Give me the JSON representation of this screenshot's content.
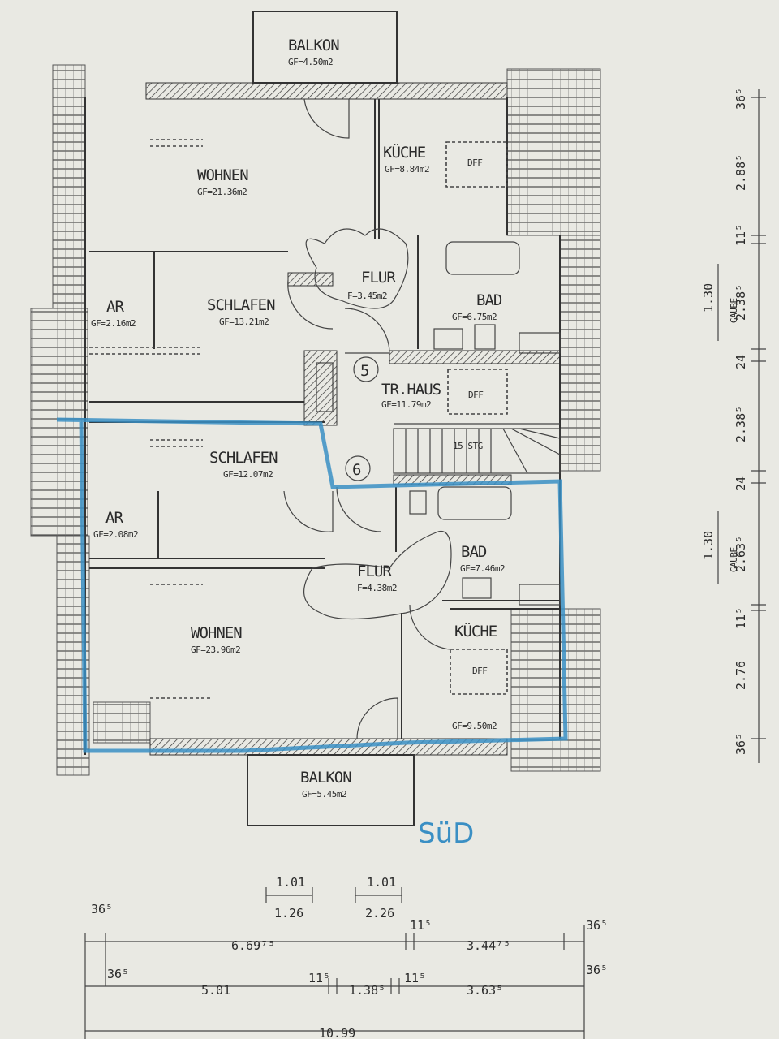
{
  "rooms": {
    "balkon_top": {
      "name": "BALKON",
      "area": "GF=4.50m2"
    },
    "wohnen_top": {
      "name": "WOHNEN",
      "area": "GF=21.36m2"
    },
    "kuche_top": {
      "name": "KÜCHE",
      "area": "GF=8.84m2"
    },
    "dff_1": {
      "name": "DFF"
    },
    "flur_top": {
      "name": "FLUR",
      "area": "F=3.45m2"
    },
    "bad_top": {
      "name": "BAD",
      "area": "GF=6.75m2"
    },
    "ar_top": {
      "name": "AR",
      "area": "GF=2.16m2"
    },
    "schlafen_top": {
      "name": "SCHLAFEN",
      "area": "GF=13.21m2"
    },
    "trhaus": {
      "name": "TR.HAUS",
      "area": "GF=11.79m2"
    },
    "dff_2": {
      "name": "DFF"
    },
    "stg": {
      "name": "15 STG"
    },
    "schlafen_bot": {
      "name": "SCHLAFEN",
      "area": "GF=12.07m2"
    },
    "ar_bot": {
      "name": "AR",
      "area": "GF=2.08m2"
    },
    "bad_bot": {
      "name": "BAD",
      "area": "GF=7.46m2"
    },
    "flur_bot": {
      "name": "FLUR",
      "area": "F=4.38m2"
    },
    "wohnen_bot": {
      "name": "WOHNEN",
      "area": "GF=23.96m2"
    },
    "kuche_bot": {
      "name": "KÜCHE",
      "area": "GF=9.50m2"
    },
    "dff_3": {
      "name": "DFF"
    },
    "balkon_bot": {
      "name": "BALKON",
      "area": "GF=5.45m2"
    }
  },
  "markers": {
    "five": "5",
    "six": "6"
  },
  "handwritten_note": "SüD",
  "right_dims": {
    "d1": "36⁵",
    "d2": "2.88⁵",
    "d3": "11⁵",
    "d4": "2.38⁵",
    "d5": "24",
    "d6": "2.38⁵",
    "d7": "24",
    "d8": "2.63⁵",
    "d9": "11⁵",
    "d10": "2.76",
    "d11": "36⁵",
    "gaube1_top": "1.30",
    "gaube1_label": "GAUBE",
    "gaube2_top": "1.30",
    "gaube2_label": "GAUBE"
  },
  "bottom_dims": {
    "win1_top": "1.01",
    "win1_bot": "1.26",
    "win2_top": "1.01",
    "win2_bot": "2.26",
    "r1_left": "36⁵",
    "r1_a": "6.69⁷⁵",
    "r1_b": "11⁵",
    "r1_c": "3.44⁷⁵",
    "r1_right": "36⁵",
    "r2_left": "36⁵",
    "r2_a": "5.01",
    "r2_b": "11⁵",
    "r2_c": "1.38⁵",
    "r2_d": "11⁵",
    "r2_e": "3.63⁵",
    "r2_right": "36⁵",
    "total": "10.99"
  }
}
